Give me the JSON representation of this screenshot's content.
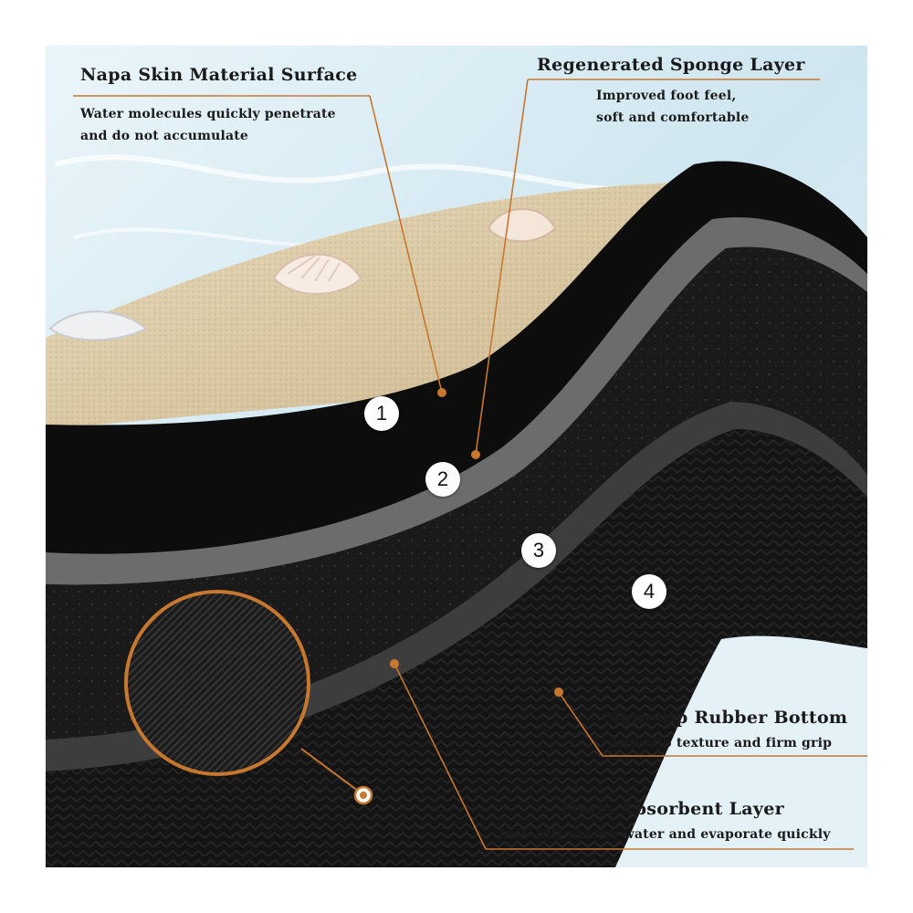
{
  "colors": {
    "accent": "#c8772e",
    "layer_black": "#0e0e0e",
    "layer_gray": "#6c6c6c",
    "sand": "#d9c9a6",
    "water": "#cfe6f0"
  },
  "layers": [
    {
      "number": "1",
      "title": "Napa Skin Material Surface",
      "description": [
        "Water molecules quickly penetrate",
        "and do not accumulate"
      ]
    },
    {
      "number": "2",
      "title": "Regenerated Sponge Layer",
      "description": [
        "Improved foot feel,",
        "soft and comfortable"
      ]
    },
    {
      "number": "3",
      "title": "Foam Absorbent Layer",
      "description": [
        "Instantly absorb water and evaporate quickly"
      ]
    },
    {
      "number": "4",
      "title": "Non-slip Rubber Bottom",
      "description": [
        "Anti-silp texture and firm grip"
      ]
    }
  ],
  "icons": {
    "texture_zoom": "magnifier-circle-icon",
    "callout_dot": "target-dot-icon"
  }
}
